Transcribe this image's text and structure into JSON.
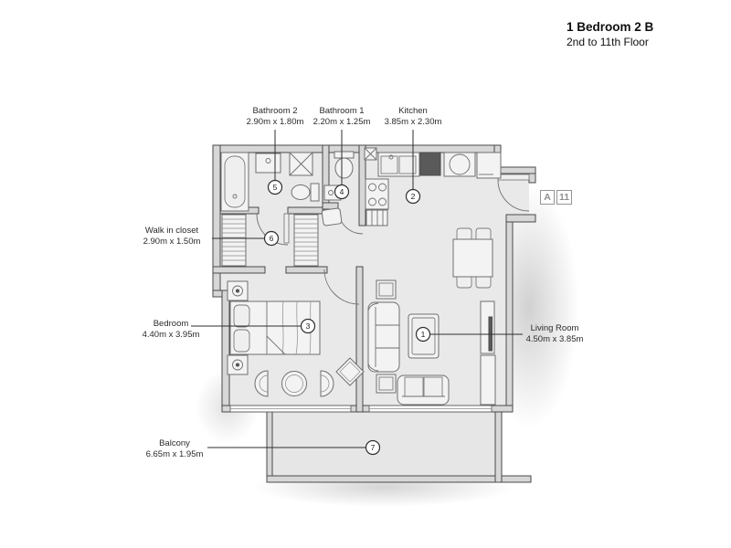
{
  "title": {
    "line1": "1 Bedroom 2 B",
    "line2": "2nd to 11th Floor"
  },
  "unit_badge": {
    "block": "A",
    "number": "11"
  },
  "rooms": [
    {
      "id": 1,
      "name": "Living Room",
      "dimensions": "4.50m x 3.85m"
    },
    {
      "id": 2,
      "name": "Kitchen",
      "dimensions": "3.85m x 2.30m"
    },
    {
      "id": 3,
      "name": "Bedroom",
      "dimensions": "4.40m x 3.95m"
    },
    {
      "id": 4,
      "name": "Bathroom 1",
      "dimensions": "2.20m x 1.25m"
    },
    {
      "id": 5,
      "name": "Bathroom 2",
      "dimensions": "2.90m x 1.80m"
    },
    {
      "id": 6,
      "name": "Walk in closet",
      "dimensions": "2.90m x 1.50m"
    },
    {
      "id": 7,
      "name": "Balcony",
      "dimensions": "6.65m x 1.95m"
    }
  ]
}
